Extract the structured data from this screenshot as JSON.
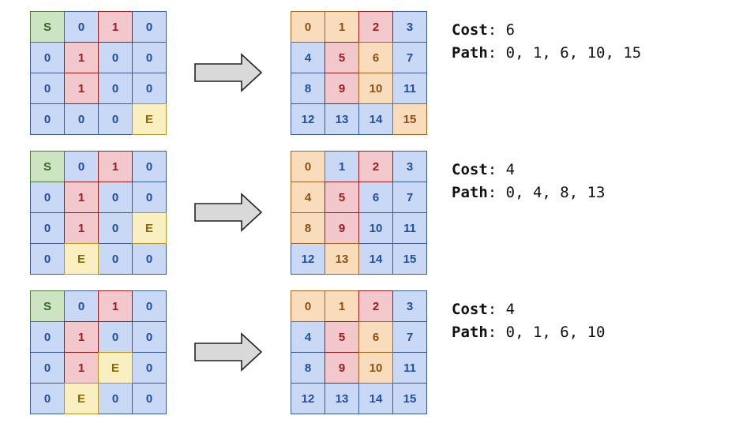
{
  "labels": {
    "cost": "Cost",
    "path": "Path"
  },
  "examples": [
    {
      "input": [
        [
          "S",
          "0",
          "1",
          "0"
        ],
        [
          "0",
          "1",
          "0",
          "0"
        ],
        [
          "0",
          "1",
          "0",
          "0"
        ],
        [
          "0",
          "0",
          "0",
          "E"
        ]
      ],
      "output": [
        [
          "0",
          "1",
          "2",
          "3"
        ],
        [
          "4",
          "5",
          "6",
          "7"
        ],
        [
          "8",
          "9",
          "10",
          "11"
        ],
        [
          "12",
          "13",
          "14",
          "15"
        ]
      ],
      "path_cells": [
        "0",
        "1",
        "6",
        "10",
        "15"
      ],
      "cost": "6",
      "path": "0, 1, 6, 10, 15"
    },
    {
      "input": [
        [
          "S",
          "0",
          "1",
          "0"
        ],
        [
          "0",
          "1",
          "0",
          "0"
        ],
        [
          "0",
          "1",
          "0",
          "E"
        ],
        [
          "0",
          "E",
          "0",
          "0"
        ]
      ],
      "output": [
        [
          "0",
          "1",
          "2",
          "3"
        ],
        [
          "4",
          "5",
          "6",
          "7"
        ],
        [
          "8",
          "9",
          "10",
          "11"
        ],
        [
          "12",
          "13",
          "14",
          "15"
        ]
      ],
      "path_cells": [
        "0",
        "4",
        "8",
        "13"
      ],
      "cost": "4",
      "path": "0, 4, 8, 13"
    },
    {
      "input": [
        [
          "S",
          "0",
          "1",
          "0"
        ],
        [
          "0",
          "1",
          "0",
          "0"
        ],
        [
          "0",
          "1",
          "E",
          "0"
        ],
        [
          "0",
          "E",
          "0",
          "0"
        ]
      ],
      "output": [
        [
          "0",
          "1",
          "2",
          "3"
        ],
        [
          "4",
          "5",
          "6",
          "7"
        ],
        [
          "8",
          "9",
          "10",
          "11"
        ],
        [
          "12",
          "13",
          "14",
          "15"
        ]
      ],
      "path_cells": [
        "0",
        "1",
        "6",
        "10"
      ],
      "cost": "4",
      "path": "0, 1, 6, 10"
    }
  ]
}
